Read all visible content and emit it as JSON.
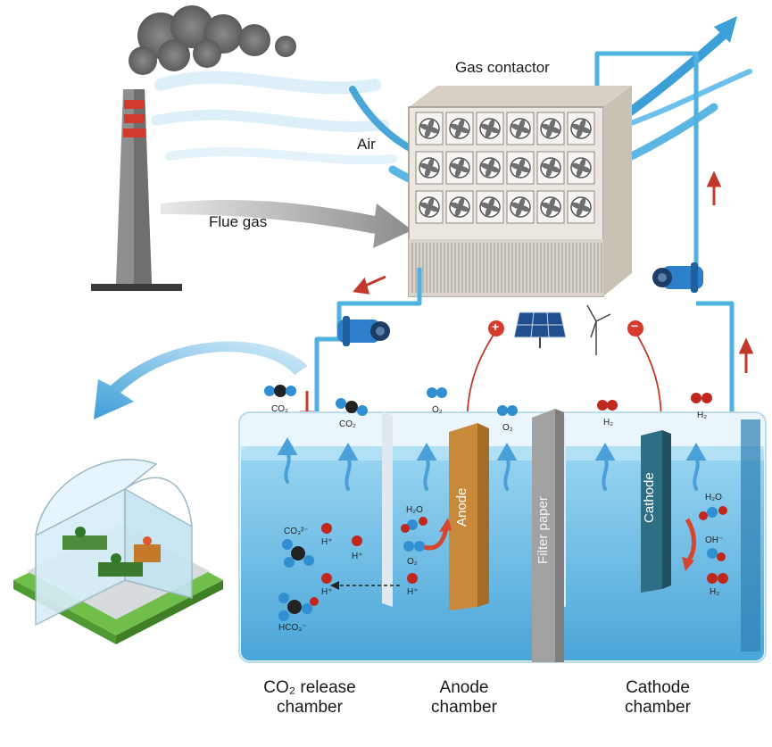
{
  "labels": {
    "gas_contactor": "Gas contactor",
    "air": "Air",
    "flue_gas": "Flue gas",
    "anode": "Anode",
    "cathode": "Cathode",
    "filter_paper": "Filter paper",
    "plus": "+",
    "minus": "−"
  },
  "chambers": [
    {
      "line1": "CO₂ release",
      "line2": "chamber"
    },
    {
      "line1": "Anode",
      "line2": "chamber"
    },
    {
      "line1": "Cathode",
      "line2": "chamber"
    }
  ],
  "molecules": {
    "co2_in": "CO₂",
    "co2_out": "CO₂",
    "o2_top_a": "O₂",
    "o2_top_b": "O₂",
    "h2_top_a": "H₂",
    "h2_top_b": "H₂",
    "co3": "CO₃²⁻",
    "h_plus_a": "H⁺",
    "h_plus_b": "H⁺",
    "h_plus_c": "H⁺",
    "hco3": "HCO₃⁻",
    "h2o_anode": "H₂O",
    "o2_anode": "O₂",
    "h_plus_anode": "H⁺",
    "h2o_cathode": "H₂O",
    "oh_cathode": "OH⁻",
    "h2_cathode": "H₂"
  },
  "colors": {
    "water": "#7ec8ec",
    "water_deep": "#5fb3e0",
    "pipe": "#4fb0e2",
    "anode": "#c8893a",
    "cathode": "#2e6f86",
    "filter": "#9a9a9a",
    "arrow_red": "#c0392b",
    "oxygen": "#2f8fd0",
    "carbon": "#222222",
    "hydrogen": "#c0281e",
    "greenhouse_base": "#6fbf4a"
  },
  "icons": [
    "factory-chimney-icon",
    "smoke-icon",
    "fan-icon",
    "pump-icon",
    "solar-panel-icon",
    "wind-turbine-icon",
    "greenhouse-icon"
  ]
}
